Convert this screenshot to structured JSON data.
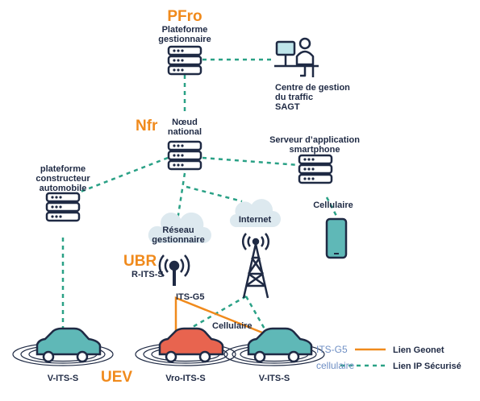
{
  "colors": {
    "navy": "#1f2a44",
    "teal": "#2aa186",
    "orange": "#f08a1c",
    "mint": "#bfe5ea",
    "cloud": "#dde9ef",
    "car_teal": "#5fb8b7",
    "car_red": "#e8644f",
    "legend_blue": "#6f8fc4"
  },
  "nodes": {
    "pfro_tag": "PFro",
    "pfro_label": [
      "Plateforme",
      "gestionnaire"
    ],
    "sagt_label": [
      "Centre de gestion",
      "du traffic",
      "SAGT"
    ],
    "nfr_tag": "Nfr",
    "nfr_label": [
      "Nœud",
      "national"
    ],
    "smartphone_server_label": [
      "Serveur d’application",
      "smartphone"
    ],
    "cellulaire_phone": "Cellulaire",
    "constructeur_label": [
      "plateforme",
      "constructeur",
      "automobile"
    ],
    "internet": "Internet",
    "reseau_label": [
      "Réseau",
      "gestionnaire"
    ],
    "ubr_tag": "UBR",
    "rits_label": "R-ITS-S",
    "itsg5_label": "ITS-G5",
    "cellulaire_cars": "Cellulaire",
    "uev_tag": "UEV"
  },
  "vehicles": [
    "V-ITS-S",
    "Vro-ITS-S",
    "V-ITS-S"
  ],
  "legend": {
    "itsg5": "ITS-G5",
    "cellulaire": "cellulaire",
    "geonet": "Lien Geonet",
    "ip": "Lien IP Sécurisé"
  }
}
